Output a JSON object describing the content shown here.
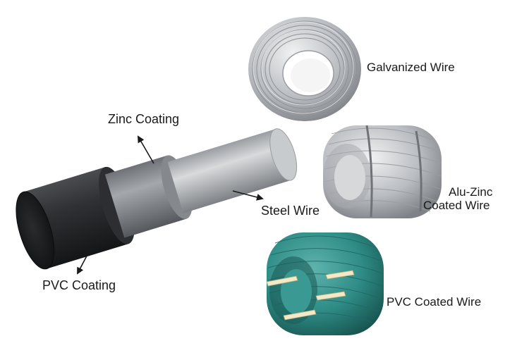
{
  "labels": {
    "zinc_coating": "Zinc Coating",
    "steel_wire": "Steel Wire",
    "pvc_coating": "PVC Coating",
    "galvanized_wire": "Galvanized Wire",
    "alu_zinc_line1": "Alu-Zinc",
    "alu_zinc_line2": "Coated Wire",
    "pvc_coated_wire": "PVC Coated Wire"
  },
  "icons": {
    "cable_cross_section": "layered-cable-illustration",
    "galvanized_coil": "wire-coil-silver",
    "alu_zinc_coil": "wire-coil-bundled-silver",
    "pvc_coil": "wire-coil-green",
    "arrows": "pointer-arrow"
  },
  "colors": {
    "pvc_layer": "#2b2d30",
    "zinc_layer": "#8a8d92",
    "steel_core": "#b9bcc0",
    "green_wire": "#2f8c86",
    "silver_wire": "#c9ccd0",
    "text": "#1a1a1a"
  }
}
